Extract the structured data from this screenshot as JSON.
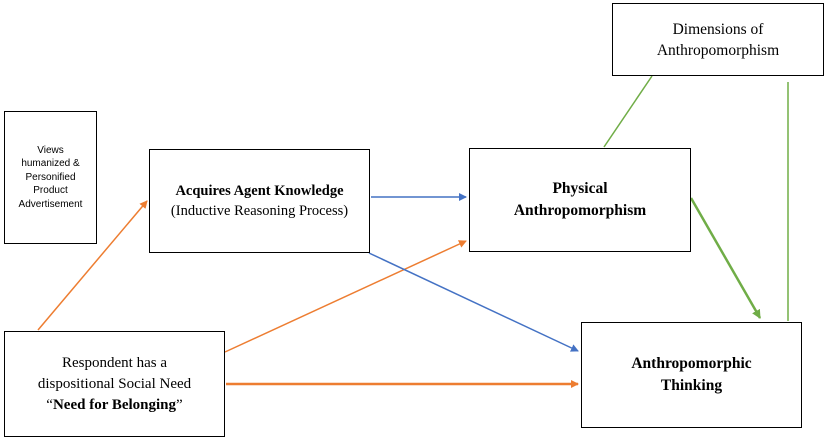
{
  "colors": {
    "orange": "#ED7D31",
    "blue": "#4472C4",
    "green": "#70AD47",
    "border": "#000000"
  },
  "boxes": {
    "views": {
      "lines": [
        "Views",
        "humanized &",
        "Personified",
        "Product",
        "Advertisement"
      ]
    },
    "agent": {
      "title": "Acquires Agent Knowledge",
      "subtitle": "(Inductive Reasoning Process)"
    },
    "physical": {
      "line1": "Physical",
      "line2": "Anthropomorphism"
    },
    "dimensions": {
      "line1": "Dimensions of",
      "line2": "Anthropomorphism"
    },
    "respondent": {
      "line1": "Respondent has a",
      "line2": "dispositional Social Need",
      "line3_open": "“",
      "line3_bold": "Need for Belonging",
      "line3_close": "”"
    },
    "thinking": {
      "line1": "Anthropomorphic",
      "line2": "Thinking"
    }
  }
}
